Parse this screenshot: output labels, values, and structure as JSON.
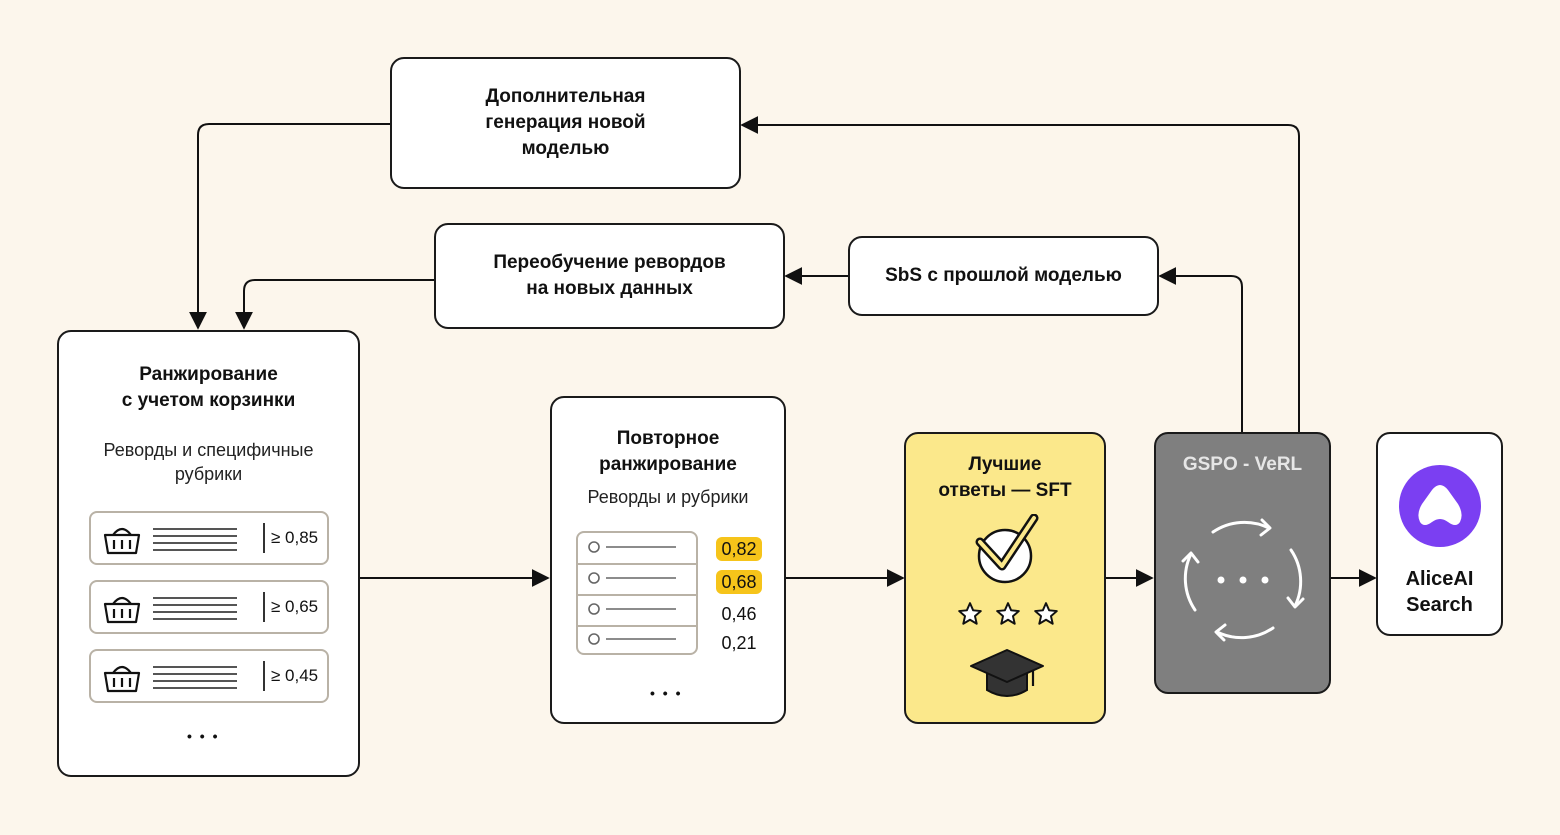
{
  "nodes": {
    "extra_gen": {
      "title": "Дополнительная\nгенерация новой\nмоделью"
    },
    "retrain": {
      "title": "Переобучение ревордов\nна новых данных"
    },
    "sbs": {
      "title": "SbS с прошлой моделью"
    },
    "ranking": {
      "title": "Ранжирование\nс учетом корзинки",
      "subtitle": "Реворды и специфичные\nрубрики",
      "rows": [
        {
          "icon": "basket-icon",
          "threshold": "≥ 0,85"
        },
        {
          "icon": "basket-icon",
          "threshold": "≥ 0,65"
        },
        {
          "icon": "basket-icon",
          "threshold": "≥ 0,45"
        }
      ],
      "ellipsis": "• • •"
    },
    "rerank": {
      "title": "Повторное\nранжирование",
      "subtitle": "Реворды и рубрики",
      "scores": [
        {
          "value": "0,82",
          "highlight": true
        },
        {
          "value": "0,68",
          "highlight": true
        },
        {
          "value": "0,46",
          "highlight": false
        },
        {
          "value": "0,21",
          "highlight": false
        }
      ],
      "ellipsis": "• • •"
    },
    "sft": {
      "title": "Лучшие\nответы — SFT",
      "icons": [
        "check-badge-icon",
        "star-icon",
        "star-icon",
        "star-icon",
        "graduation-cap-icon"
      ]
    },
    "gspo": {
      "title": "GSPO - VeRL",
      "icon": "cycle-arrows-icon"
    },
    "alice": {
      "title": "AliceAI\nSearch",
      "icon": "alice-logo-icon"
    }
  },
  "colors": {
    "background": "#fcf6ec",
    "sft_fill": "#fbe88b",
    "gspo_fill": "#7f7f7f",
    "highlight": "#f6c41a",
    "alice_purple": "#7b3ff2"
  }
}
